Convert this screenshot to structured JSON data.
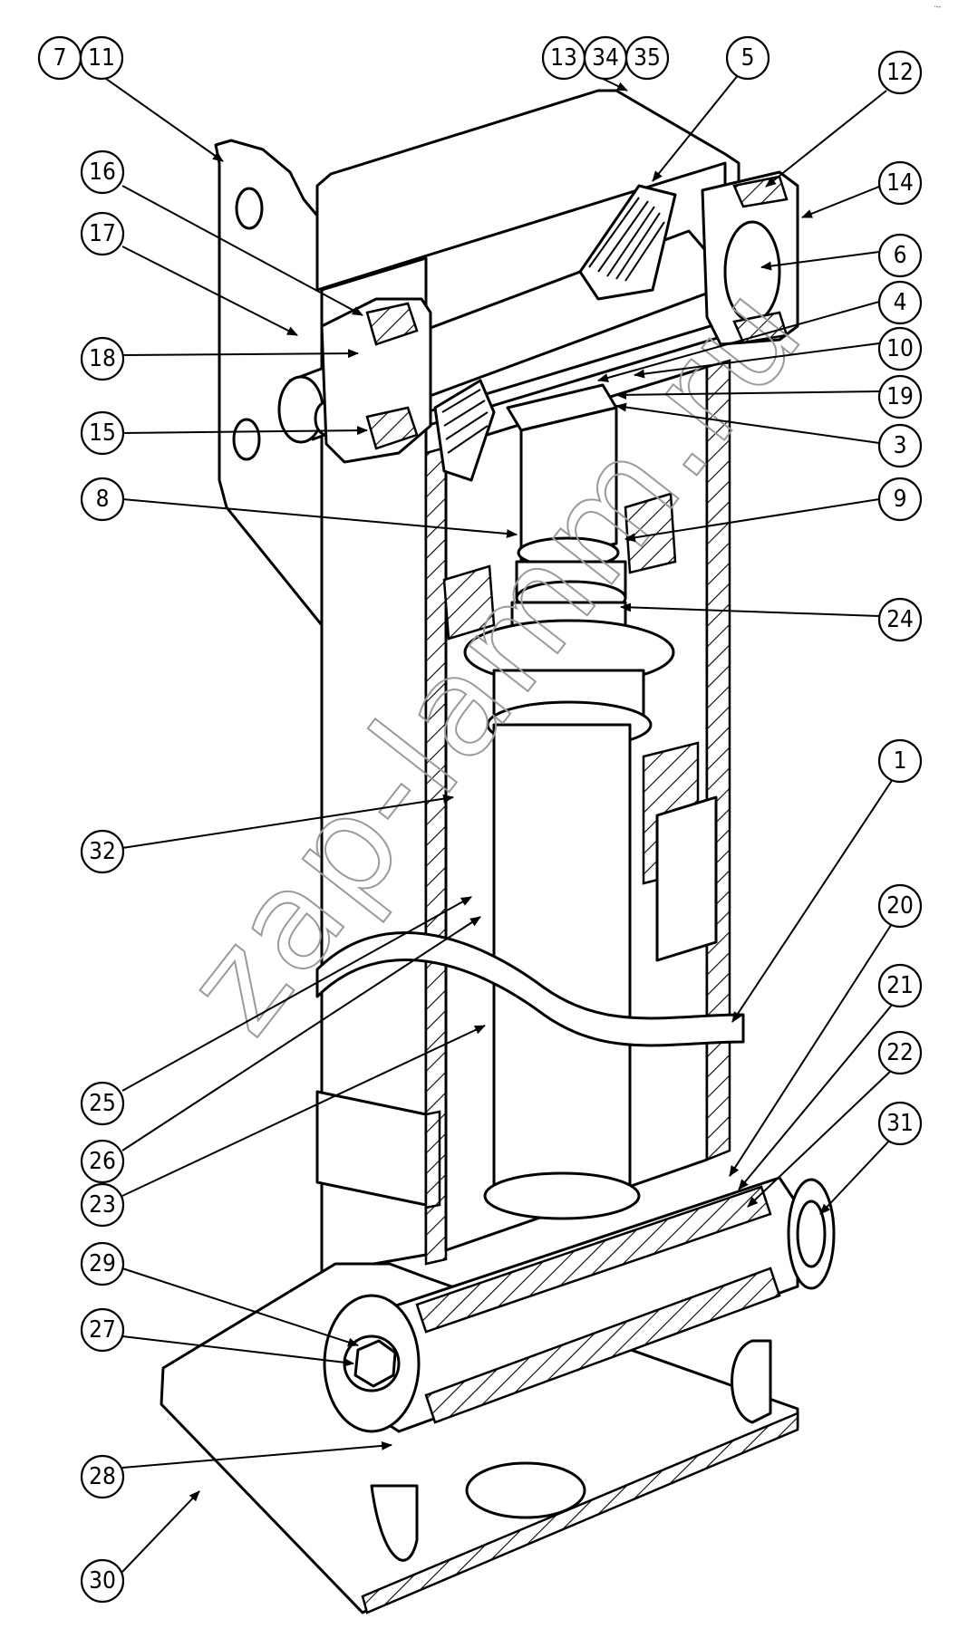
{
  "watermark": "zap-lamm.ru",
  "corner_mark": "·‐‐",
  "callouts": [
    {
      "id": "c-7",
      "label": "7"
    },
    {
      "id": "c-11",
      "label": "11"
    },
    {
      "id": "c-13",
      "label": "13"
    },
    {
      "id": "c-34",
      "label": "34"
    },
    {
      "id": "c-35",
      "label": "35"
    },
    {
      "id": "c-5",
      "label": "5"
    },
    {
      "id": "c-12",
      "label": "12"
    },
    {
      "id": "c-14",
      "label": "14"
    },
    {
      "id": "c-16",
      "label": "16"
    },
    {
      "id": "c-17",
      "label": "17"
    },
    {
      "id": "c-6",
      "label": "6"
    },
    {
      "id": "c-4",
      "label": "4"
    },
    {
      "id": "c-18",
      "label": "18"
    },
    {
      "id": "c-10",
      "label": "10"
    },
    {
      "id": "c-19",
      "label": "19"
    },
    {
      "id": "c-15",
      "label": "15"
    },
    {
      "id": "c-3",
      "label": "3"
    },
    {
      "id": "c-8",
      "label": "8"
    },
    {
      "id": "c-9",
      "label": "9"
    },
    {
      "id": "c-24",
      "label": "24"
    },
    {
      "id": "c-1",
      "label": "1"
    },
    {
      "id": "c-32",
      "label": "32"
    },
    {
      "id": "c-20",
      "label": "20"
    },
    {
      "id": "c-21",
      "label": "21"
    },
    {
      "id": "c-22",
      "label": "22"
    },
    {
      "id": "c-31",
      "label": "31"
    },
    {
      "id": "c-25",
      "label": "25"
    },
    {
      "id": "c-26",
      "label": "26"
    },
    {
      "id": "c-23",
      "label": "23"
    },
    {
      "id": "c-29",
      "label": "29"
    },
    {
      "id": "c-27",
      "label": "27"
    },
    {
      "id": "c-28",
      "label": "28"
    },
    {
      "id": "c-30",
      "label": "30"
    }
  ]
}
